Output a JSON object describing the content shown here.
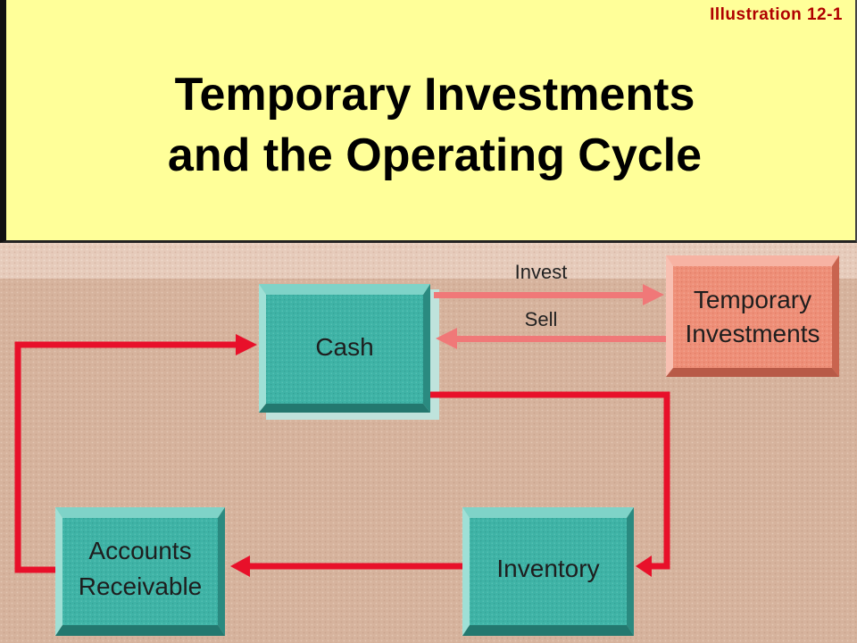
{
  "header": {
    "illustration_label": "Illustration 12-1",
    "title_line1": "Temporary Investments",
    "title_line2": "and the Operating Cycle"
  },
  "diagram": {
    "nodes": {
      "cash": "Cash",
      "temporary_investments_line1": "Temporary",
      "temporary_investments_line2": "Investments",
      "inventory": "Inventory",
      "accounts_receivable_line1": "Accounts",
      "accounts_receivable_line2": "Receivable"
    },
    "edge_labels": {
      "invest": "Invest",
      "sell": "Sell"
    }
  },
  "colors": {
    "header_bg": "#ffff99",
    "diagram_bg": "#d9b8a4",
    "teal_box": "#3fb5a8",
    "salmon_box": "#f0907a",
    "red_arrow": "#e8102a",
    "pink_arrow": "#f07878",
    "title_color": "#000000",
    "illustration_color": "#b00000"
  }
}
